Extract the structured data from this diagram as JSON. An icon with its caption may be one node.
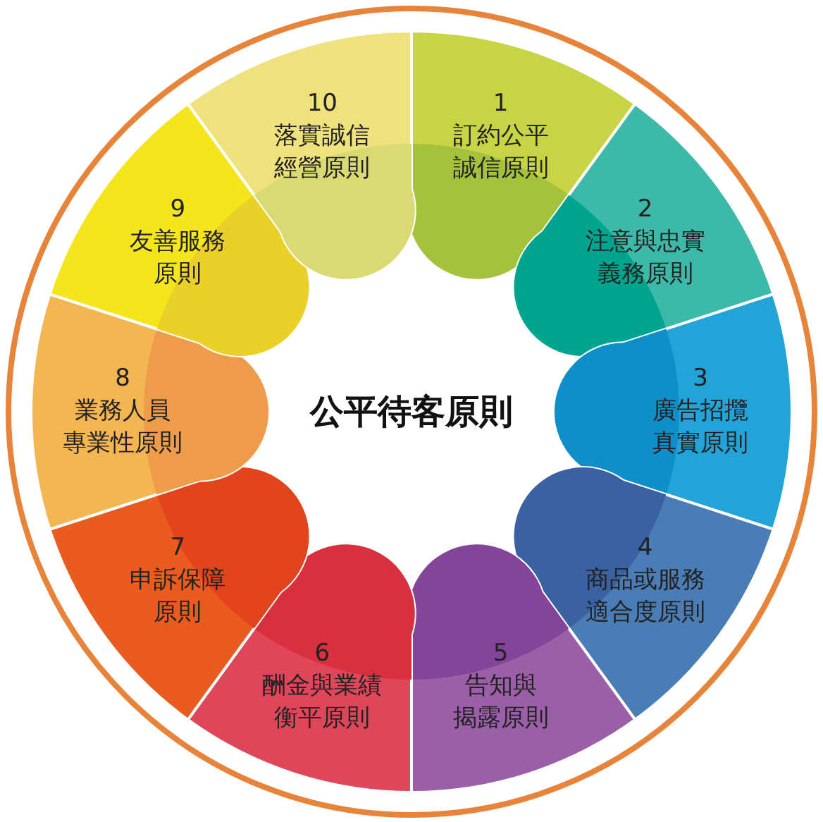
{
  "diagram": {
    "title": "公平待客原則",
    "nodes": [
      {
        "text": [
          "1",
          "訂約公平誠信原則"
        ]
      },
      {
        "text": [
          "2",
          "注意與忠實義務原則"
        ]
      },
      {
        "text": [
          "3",
          "廣告招攬真實原則"
        ]
      },
      {
        "text": [
          "4",
          "商品或服務適合度原則"
        ]
      },
      {
        "text": [
          "5",
          "告知與揭露原則"
        ]
      },
      {
        "text": [
          "6",
          "酬金與業績衡平原則"
        ]
      },
      {
        "text": [
          "7",
          "申訴保障原則"
        ]
      },
      {
        "text": [
          "8",
          "業務人員專業性原則"
        ]
      },
      {
        "text": [
          "9",
          "友善服務原則"
        ]
      },
      {
        "text": [
          "10",
          "落實誠信經營原則"
        ]
      }
    ]
  }
}
